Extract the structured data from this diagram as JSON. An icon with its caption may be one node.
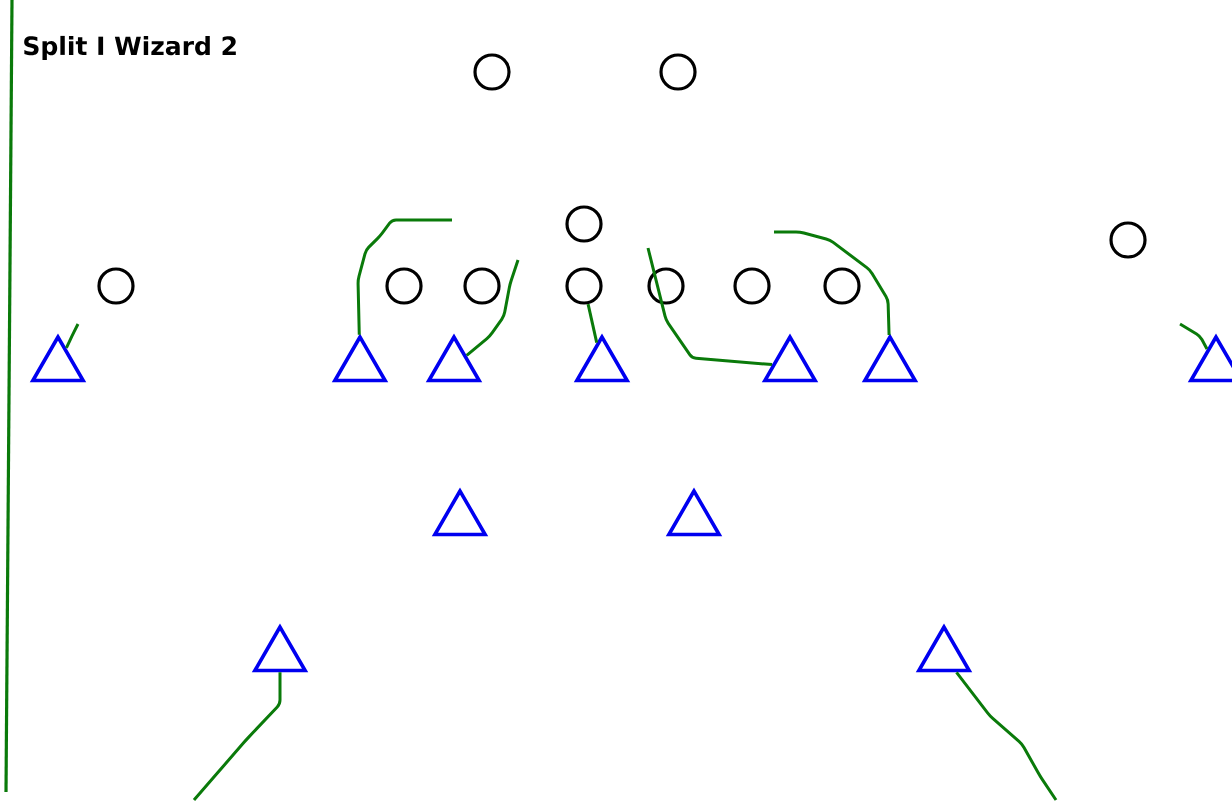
{
  "diagram": {
    "title": "Split I Wizard 2",
    "nodes": [
      {
        "text": [],
        "shape": "circle"
      },
      {
        "text": [],
        "shape": "circle"
      },
      {
        "text": [],
        "shape": "circle"
      },
      {
        "text": [],
        "shape": "circle"
      },
      {
        "text": [],
        "shape": "circle"
      },
      {
        "text": [],
        "shape": "circle"
      },
      {
        "text": [],
        "shape": "circle"
      },
      {
        "text": [],
        "shape": "circle"
      },
      {
        "text": [],
        "shape": "circle"
      },
      {
        "text": [],
        "shape": "circle"
      },
      {
        "text": [],
        "shape": "circle"
      },
      {
        "text": [],
        "shape": "triangle"
      },
      {
        "text": [],
        "shape": "triangle"
      },
      {
        "text": [],
        "shape": "triangle"
      },
      {
        "text": [],
        "shape": "triangle"
      },
      {
        "text": [],
        "shape": "triangle"
      },
      {
        "text": [],
        "shape": "triangle"
      },
      {
        "text": [],
        "shape": "triangle"
      },
      {
        "text": [],
        "shape": "triangle"
      },
      {
        "text": [],
        "shape": "triangle"
      },
      {
        "text": [],
        "shape": "triangle"
      },
      {
        "text": [],
        "shape": "triangle"
      }
    ],
    "edges": [
      {
        "from": 11,
        "to": null,
        "arrow": "none"
      },
      {
        "from": 12,
        "to": null,
        "arrow": "none"
      },
      {
        "from": 13,
        "to": null,
        "arrow": "none"
      },
      {
        "from": 14,
        "to": 7,
        "arrow": "none"
      },
      {
        "from": 15,
        "to": null,
        "arrow": "none"
      },
      {
        "from": 16,
        "to": null,
        "arrow": "none"
      },
      {
        "from": 17,
        "to": null,
        "arrow": "none"
      },
      {
        "from": 20,
        "to": null,
        "arrow": "none"
      },
      {
        "from": 21,
        "to": null,
        "arrow": "none"
      }
    ]
  }
}
